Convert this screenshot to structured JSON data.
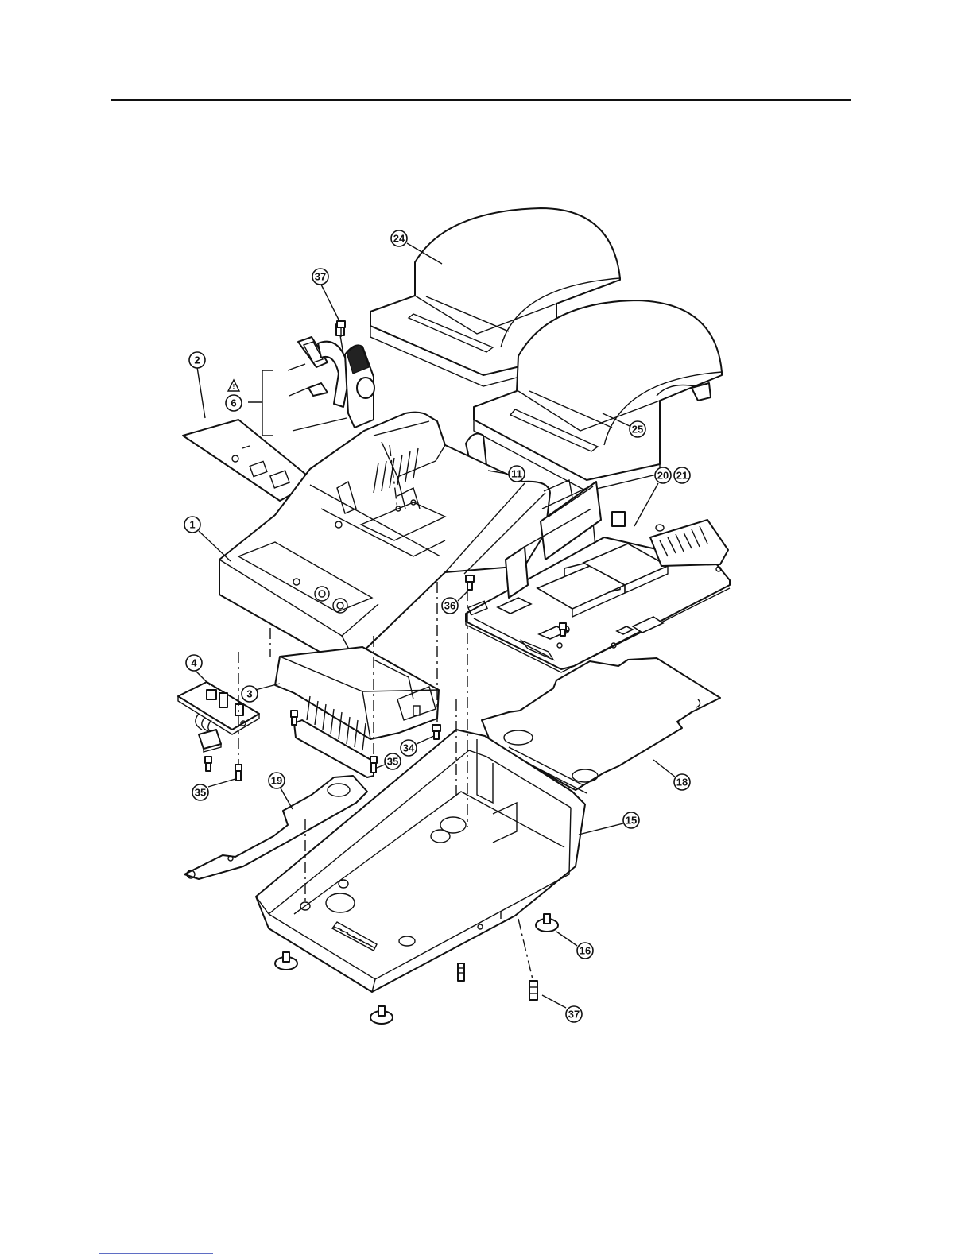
{
  "diagram": {
    "callouts": [
      "24",
      "37",
      "2",
      "6",
      "11",
      "25",
      "20",
      "21",
      "1",
      "36",
      "4",
      "3",
      "34",
      "35",
      "35",
      "18",
      "19",
      "15",
      "16",
      "37"
    ],
    "warning_symbol": "warning-triangle-icon"
  },
  "colors": {
    "ink": "#111111",
    "paper": "#ffffff"
  }
}
